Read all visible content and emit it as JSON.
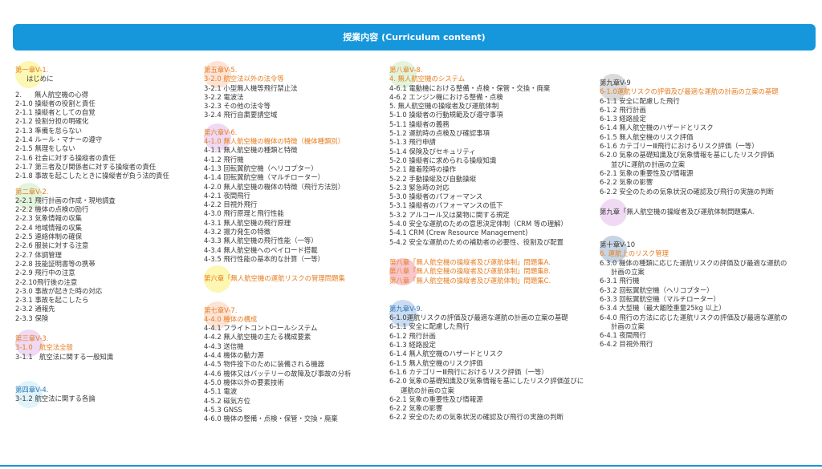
{
  "header": {
    "title": "授業内容 (Curriculum content)"
  },
  "colors": {
    "header": "#1697dc",
    "yellow": "#fdf7b4",
    "peach": "#fde3d6",
    "lilac": "#efd9f3",
    "green": "#e2f4dc",
    "cyan": "#dff3fb",
    "blue": "#c9dcf2",
    "gray": "#d9dadc",
    "pink": "#f8c6cc",
    "slate": "#c6d4e3"
  },
  "col1": {
    "s1": {
      "title": "第一章V-1.",
      "sub": "はじめに"
    },
    "s2": {
      "title": "無人航空機の心得",
      "num": "2.",
      "items": [
        "2-1.0 操縦者の役割と責任",
        "2-1.1 操縦者としての自覚",
        "2-1.2 役割分担の明確化",
        "2-1.3 準備を怠らない",
        "2-1.4 ルール・マナーの遵守",
        "2-1.5 無理をしない",
        "2-1.6 社会に対する操縦者の責任",
        "2-1.7 第三者及び関係者に対する操縦者の責任",
        "2-1.8 事故を起こしたときに操縦者が負う法的責任"
      ]
    },
    "s3": {
      "title": "第二章V-2.",
      "items": [
        "2-2.1 飛行計画の作成・現地調査",
        "2-2.2 機体の点検の励行",
        "2-2.3 気象情報の収集",
        "2-2.4 地域情報の収集",
        "2-2.5 連絡体制の確保",
        "2-2.6 服装に対する注意",
        "2-2.7 体調管理",
        "2-2.8 技能証明書等の携帯",
        "2-2.9 飛行中の注意",
        "2-2.10飛行後の注意",
        "2-3.0 事故が起きた時の対応",
        "2-3.1 事故を起こしたら",
        "2-3.2 通報先",
        "2-3.3 保険"
      ]
    },
    "s4": {
      "title": "第三章V-3.",
      "items": [
        "3-1.0　航空法全般",
        "3-1.1　航空法に関する一般知識"
      ]
    },
    "s5": {
      "title": "第四章V-4.",
      "items": [
        "3-1.2 航空法に関する各論"
      ]
    }
  },
  "col2": {
    "s1": {
      "title": "第五章V-5.",
      "items": [
        "3-2.0 航空法以外の法令等",
        "3-2.1 小型無人機等飛行禁止法",
        "3-2.2 電波法",
        "3-2.3 その他の法令等",
        "3-2.4 飛行自粛要請空域"
      ]
    },
    "s2": {
      "title": "第六章V-6.",
      "items": [
        "4-1.0 無人航空機の機体の特徴（機体種類別）",
        "4-1.1 無人航空機の種類と特徴",
        "4-1.2 飛行機",
        "4-1.3 回転翼航空機（ヘリコプター）",
        "4-1.4 回転翼航空機（マルチローター）",
        "4-2.0 無人航空機の機体の特徴（飛行方法別）",
        "4-2.1 夜間飛行",
        "4-2.2 目視外飛行",
        "4-3.0 飛行原理と飛行性能",
        "4-3.1 無人航空機の飛行原理",
        "4-3.2 揚力発生の特徴",
        "4-3.3 無人航空機の飛行性能（一等）",
        "4-3.4 無人航空機へのペイロード搭載",
        "4-3.5 飛行性能の基本的な計算（一等）"
      ]
    },
    "s3": {
      "title": "第六章「無人航空機の運航リスクの管理問題集"
    },
    "s4": {
      "title": "第七章V-7.",
      "items": [
        "4-4.0 機体の構成",
        "4-4.1 フライトコントロールシステム",
        "4-4.2 無人航空機の主たる構成要素",
        "4-4.3 送信機",
        "4-4.4 機体の動力源",
        "4-4.5 物件投下のために装備される機器",
        "4-4.6 機体又はバッテリーの故障及び事故の分析",
        "4-5.0 機体以外の要素技術",
        "4-5.1 電波",
        "4-5.2 磁気方位",
        "4-5.3 GNSS",
        "4-6.0 機体の整備・点検・保管・交換・廃棄"
      ]
    }
  },
  "col3": {
    "s1": {
      "title": "第八章V-8.",
      "items": [
        "4. 無人航空機のシステム",
        "4-6.1 電動機における整備・点検・保管・交換・廃棄",
        "4-6.2 エンジン機における整備・点検",
        "5. 無人航空機の操縦者及び運航体制",
        "5-1.0 操縦者の行動規範及び遵守事項",
        "5-1.1 操縦者の義務",
        "5-1.2 運航時の点検及び確認事項",
        "5-1.3 飛行申請",
        "5-1.4 保険及びセキュリティ",
        "5-2.0 操縦者に求められる操縦知識",
        "5-2.1 離着陸時の操作",
        "5-2.2 手動操縦及び自動操縦",
        "5-2.3 緊急時の対応",
        "5-3.0 操縦者のパフォーマンス",
        "5-3.1 操縦者のパフォーマンスの低下",
        "5-3.2 アルコール又は薬物に関する規定",
        "5-4.0 安全な運航のための意思決定体制（CRM 等の理解）",
        "5-4.1 CRM (Crew Resource Management)",
        "5-4.2 安全な運航のための補助者の必要性、役割及び配置"
      ]
    },
    "s2": {
      "items": [
        "第八章「無人航空機の操縦者及び運航体制」問題集A.",
        "第八章「無人航空機の操縦者及び運航体制」問題集B.",
        "第八章「無人航空機の操縦者及び運航体制」問題集C."
      ]
    },
    "s3": {
      "title": "第九章V-9.",
      "items": [
        "6-1.0運航リスクの評価及び最適な運航の計画の立案の基礎",
        "6-1.1 安全に配慮した飛行",
        "6-1.2 飛行計画",
        "6-1.3 経路設定",
        "6-1.4 無人航空機のハザードとリスク",
        "6-1.5 無人航空機のリスク評価",
        "6-1.6 カテゴリーⅢ飛行におけるリスク評価（一等）",
        "6-2.0 気象の基礎知識及び気象情報を基にしたリスク評価並びに",
        "運航の計画の立案",
        "6-2.1 気象の重要性及び情報源",
        "6-2.2 気象の影響",
        "6-2.2 安全のための気象状況の確認及び飛行の実施の判断"
      ]
    }
  },
  "col4": {
    "s1": {
      "title": "第九章V-9",
      "items": [
        "6-1.0運航リスクの評価及び最適な運航の計画の立案の基礎",
        "6-1.1 安全に配慮した飛行",
        "6-1.2 飛行計画",
        "6-1.3 経路設定",
        "6-1.4 無人航空機のハザードとリスク",
        "6-1.5 無人航空機のリスク評価",
        "6-1.6 カテゴリーⅢ飛行におけるリスク評価（一等）",
        "6-2.0 気象の基礎知識及び気象情報を基にしたリスク評価",
        "並びに運航の計画の立案",
        "6-2.1 気象の重要性及び情報源",
        "6-2.2 気象の影響",
        "6-2.2 安全のための気象状況の確認及び飛行の実施の判断"
      ]
    },
    "s2": {
      "title": "第九章「無人航空機の操縦者及び運航体制問題集A."
    },
    "s3": {
      "title": "第十章V-10",
      "items": [
        "6. 運航上のリスク管理",
        "6.3.0 機体の種類に応じた運航リスクの評価及び最適な運航の",
        "計画の立案",
        "6-3.1 飛行機",
        "6-3.2 回転翼航空機（ヘリコプター）",
        "6-3.3 回転翼航空機（マルチローター）",
        "6-3.4 大型機（最大離陸重量25kg 以上）",
        "6-4.0 飛行の方法に応じた運航リスクの評価及び最適な運航の",
        "計画の立案",
        "6-4.1 夜間飛行",
        "6-4.2 目視外飛行"
      ]
    }
  }
}
